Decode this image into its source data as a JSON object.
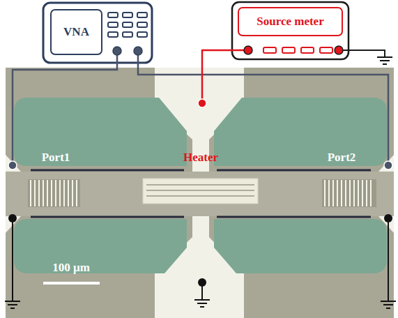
{
  "diagram": {
    "nodes": [
      {
        "text": [
          "VNA"
        ]
      },
      {
        "text": [
          "Source meter"
        ]
      }
    ],
    "labels": [
      "Port1",
      "Heater",
      "Port2",
      "100 µm"
    ]
  }
}
